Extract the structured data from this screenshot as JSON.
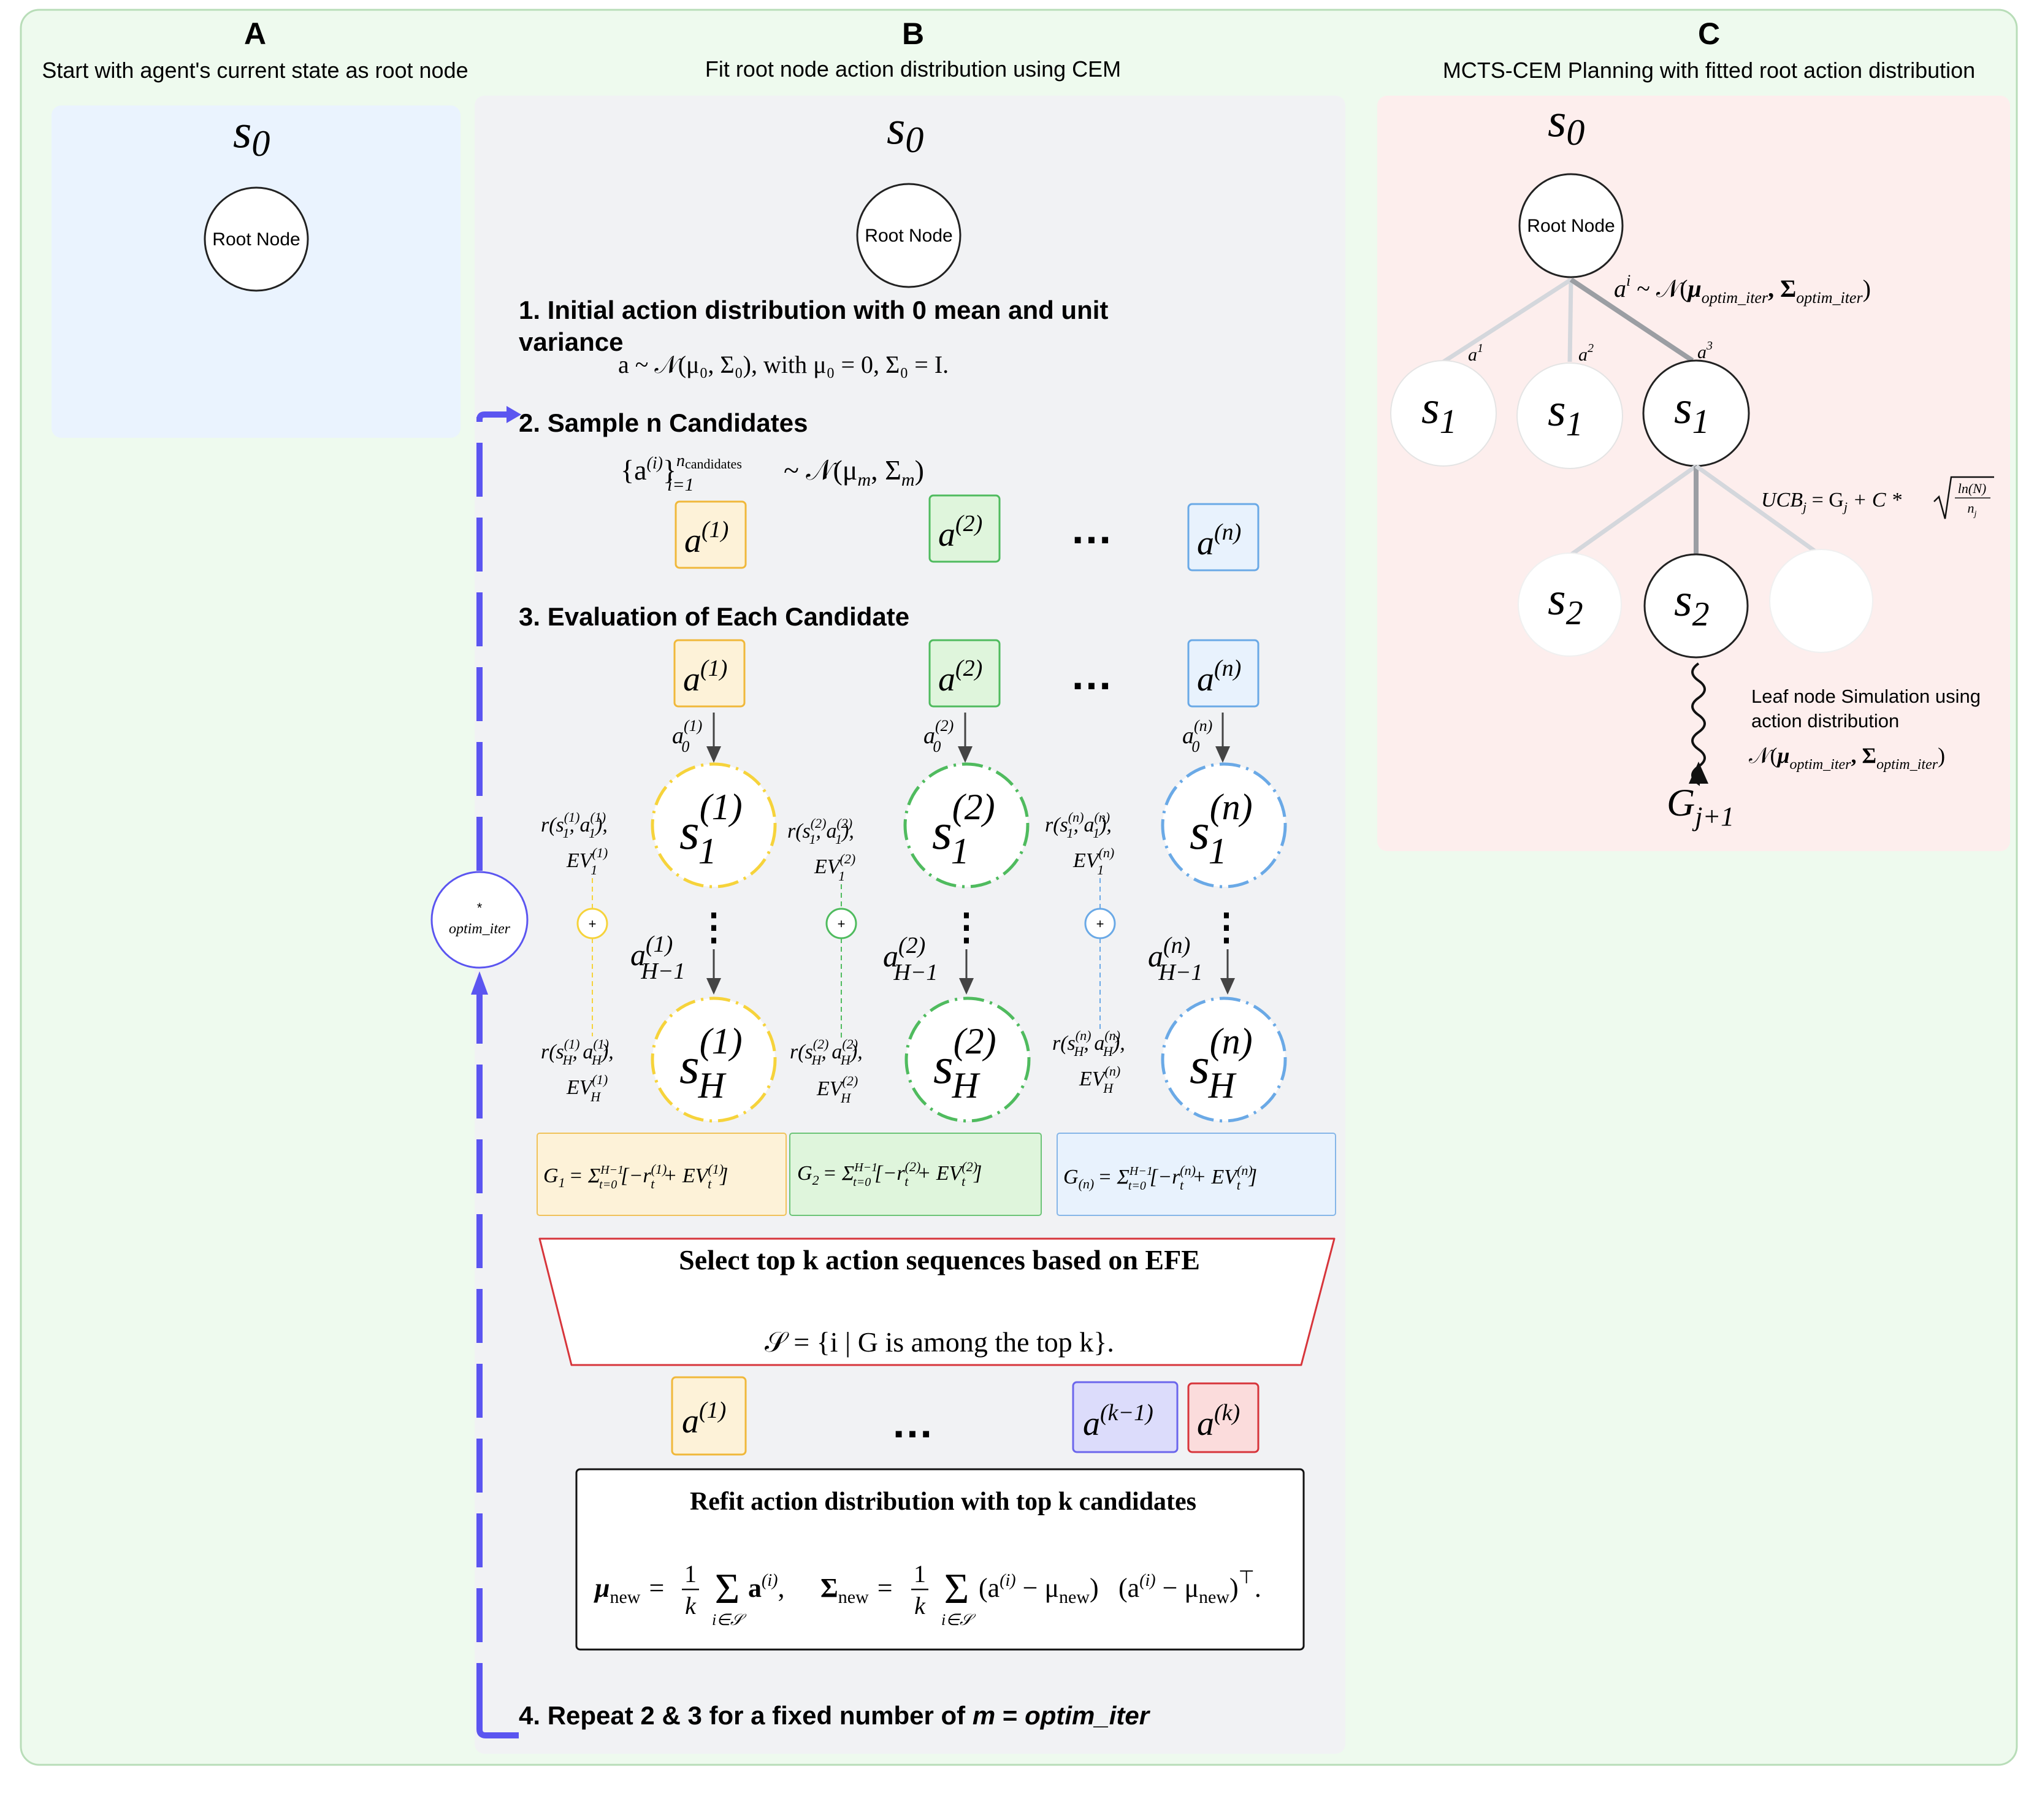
{
  "panels": {
    "A": {
      "letter": "A",
      "subtitle": "Start with agent's current state as root node",
      "state": "s",
      "state_sub": "0",
      "root": "Root Node"
    },
    "B": {
      "letter": "B",
      "subtitle": "Fit root node action distribution using CEM",
      "state": "s",
      "state_sub": "0",
      "root": "Root Node"
    },
    "C": {
      "letter": "C",
      "subtitle": "MCTS-CEM  Planning with fitted root action distribution",
      "state": "s",
      "state_sub": "0",
      "root": "Root Node"
    }
  },
  "steps": {
    "s1_line1": "1. Initial action distribution with 0 mean and unit",
    "s1_line2": "variance",
    "s1_eq": "a ~ 𝒩(μ₀, Σ₀),   with μ₀ = 0,   Σ₀ = I.",
    "s2": "2. Sample n Candidates",
    "s2_eq_left": "{a",
    "s2_eq_sup": "(i)",
    "s2_eq_mid": "}",
    "s2_eq_top": "n",
    "s2_eq_top_sub": "candidates",
    "s2_eq_bottom": "i=1",
    "s2_eq_right": "~ 𝒩(μ",
    "s2_eq_right_sub": "m",
    "s2_eq_right2": ", Σ",
    "s2_eq_right2_sub": "m",
    "s2_eq_close": ")",
    "s3": "3. Evaluation of Each Candidate",
    "s4_pre": "4. Repeat 2 & 3 for a fixed number of ",
    "s4_m": "m",
    "s4_eq": " = ",
    "s4_optim": "optim_iter"
  },
  "candidates": {
    "a": "a",
    "sup1": "(1)",
    "sup2": "(2)",
    "supn": "(n)",
    "ellipsis": "…"
  },
  "eval": {
    "a0": "a",
    "a0_sub": "0",
    "aH": "a",
    "aH_sub": "H−1",
    "s": "s",
    "s1_sub": "1",
    "sH_sub": "H",
    "r1_label": "r(s",
    "r1_mid": ", a",
    "r1_end": "),",
    "ev": "EV",
    "plus": "+",
    "vdots": "⋮"
  },
  "G_boxes": [
    {
      "lhs": "G",
      "lhs_sub": "1",
      "rhs": "= Σ",
      "sum_top": "H−1",
      "sum_bot": "t=0",
      "body": "[−r",
      "body_sup": "(1)",
      "body_sub": "t",
      "body2": "+ EV",
      "body2_sup": "(1)",
      "body2_sub": "t",
      "body3": "]"
    },
    {
      "lhs": "G",
      "lhs_sub": "2",
      "rhs": "= Σ",
      "sum_top": "H−1",
      "sum_bot": "t=0",
      "body": "[−r",
      "body_sup": "(2)",
      "body_sub": "t",
      "body2": "+ EV",
      "body2_sup": "(2)",
      "body2_sub": "t",
      "body3": "]"
    },
    {
      "lhs": "G",
      "lhs_sub": "(n)",
      "rhs": "= Σ",
      "sum_top": "H−1",
      "sum_bot": "t=0",
      "body": "[−r",
      "body_sup": "(n)",
      "body_sub": "t",
      "body2": "+ EV",
      "body2_sup": "(n)",
      "body2_sub": "t",
      "body3": "]"
    }
  ],
  "select": {
    "title": "Select top k action sequences based on EFE",
    "eq": "𝒮 = {i | G is among the top k}."
  },
  "topk": {
    "sup1": "(1)",
    "supk1": "(k−1)",
    "supk": "(k)",
    "ellipsis": "…"
  },
  "refit": {
    "title": "Refit action distribution with top k candidates",
    "mu": "μ",
    "mu_sub": "new",
    "eq1": "=",
    "frac_num": "1",
    "frac_den": "k",
    "sigma_sum": "Σ",
    "sum_bot": "i∈𝒮",
    "a_term": "a",
    "a_sup": "(i)",
    "comma": ",",
    "Sigma": "Σ",
    "Sigma_sub": "new",
    "outer": "(a",
    "outer_mid": " − μ",
    "outer_close": ")",
    "transpose": "⊤",
    "period": "."
  },
  "loop": {
    "star": "*",
    "label": "optim_iter"
  },
  "mcts": {
    "dist_a": "a",
    "dist_a_sup": "i",
    "dist_eq": " ~ 𝒩(",
    "dist_mu": "μ",
    "dist_mu_sub": "optim_iter",
    "dist_sig": ", Σ",
    "dist_sig_sub": "optim_iter",
    "dist_close": ")",
    "edge_a": "a",
    "edge_sup1": "1",
    "edge_sup2": "2",
    "edge_sup3": "3",
    "s": "s",
    "s1_sub": "1",
    "s2_sub": "2",
    "ucb_lhs": "UCB",
    "ucb_j": "j",
    "ucb_eq": " = G",
    "ucb_rest": " + C * ",
    "ucb_num": "ln(N)",
    "ucb_den": "n",
    "leaf_line1": "Leaf node Simulation using",
    "leaf_line2": "action distribution",
    "leaf_dist": "𝒩(",
    "G": "G",
    "G_sub": "j+1"
  },
  "colors": {
    "panel_outer": "#eefaee",
    "panel_outer_border": "#b8ddb8",
    "panel_A": "#eaf3fe",
    "panel_B": "#f1f2f4",
    "panel_C": "#fdeeed",
    "yellow": "#f6d33b",
    "yellow_fill": "#fdf2d8",
    "green": "#4fbb5e",
    "green_fill": "#dff5dc",
    "blue": "#6aa9e6",
    "blue_fill": "#e8f2fd",
    "purple": "#6b66ec",
    "purple_fill": "#dcdcfb",
    "red": "#d7353b",
    "red_fill": "#fbdcdc",
    "loop": "#5b55f0"
  }
}
